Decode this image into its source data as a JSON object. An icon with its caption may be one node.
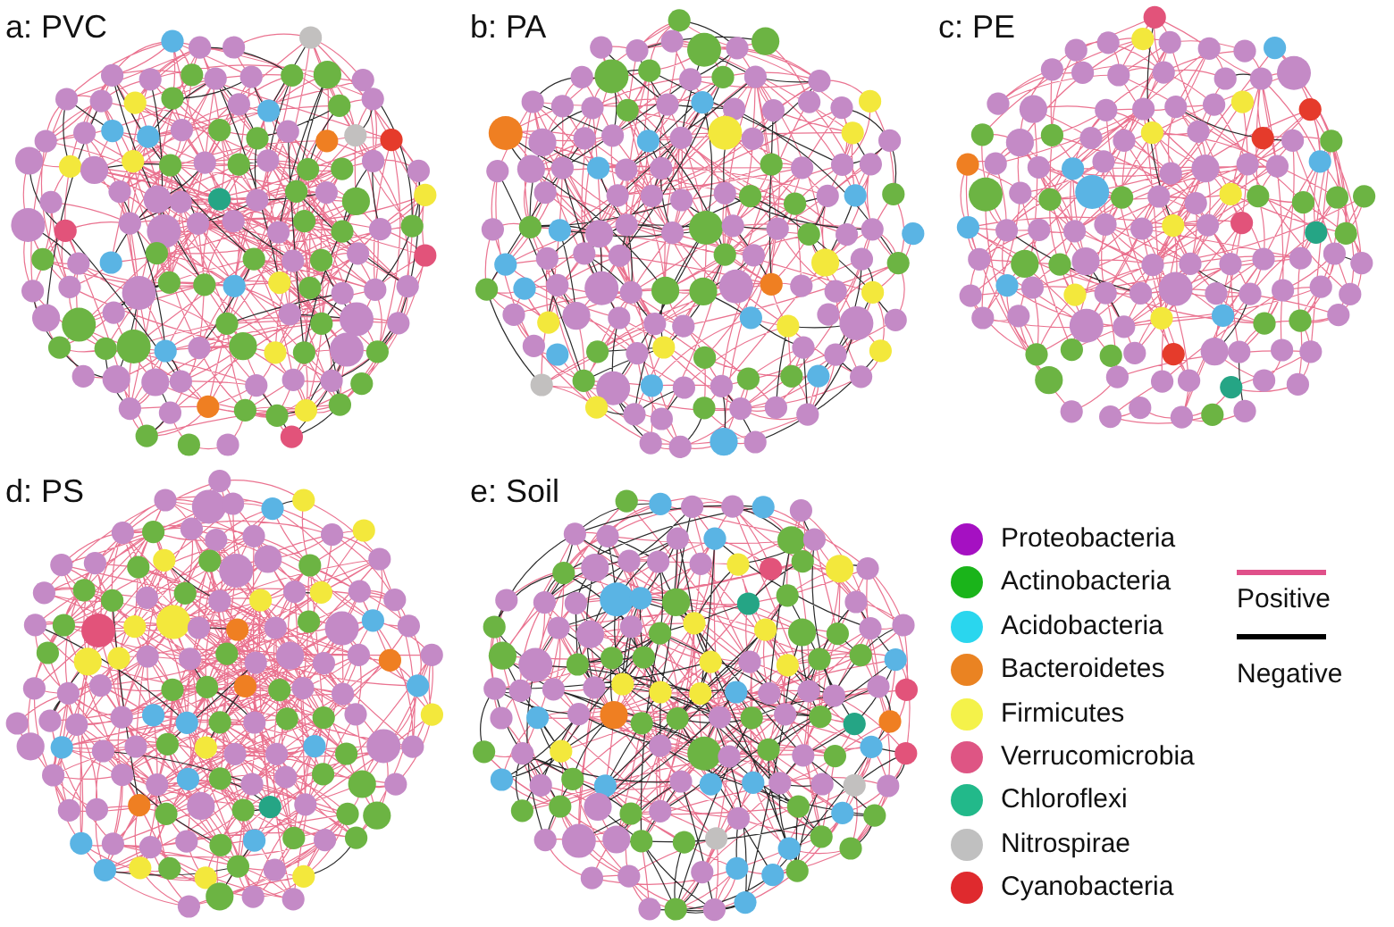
{
  "diagram": {
    "labels": [
      "a: PVC",
      "b: PA",
      "c: PE",
      "d: PS",
      "e: Soil"
    ],
    "legend": [
      {
        "text": "Proteobacteria",
        "color": "#a510c2"
      },
      {
        "text": "Actinobacteria",
        "color": "#1ab41a"
      },
      {
        "text": "Acidobacteria",
        "color": "#2ad6ee"
      },
      {
        "text": "Bacteroidetes",
        "color": "#ea8322"
      },
      {
        "text": "Firmicutes",
        "color": "#f4f24a"
      },
      {
        "text": "Verrucomicrobia",
        "color": "#de5584"
      },
      {
        "text": "Chloroflexi",
        "color": "#22b98a"
      },
      {
        "text": "Nitrospirae",
        "color": "#c0c0c0"
      },
      {
        "text": "Cyanobacteria",
        "color": "#df2a2e"
      },
      {
        "text": "Positive"
      },
      {
        "text": "Negative"
      }
    ]
  }
}
